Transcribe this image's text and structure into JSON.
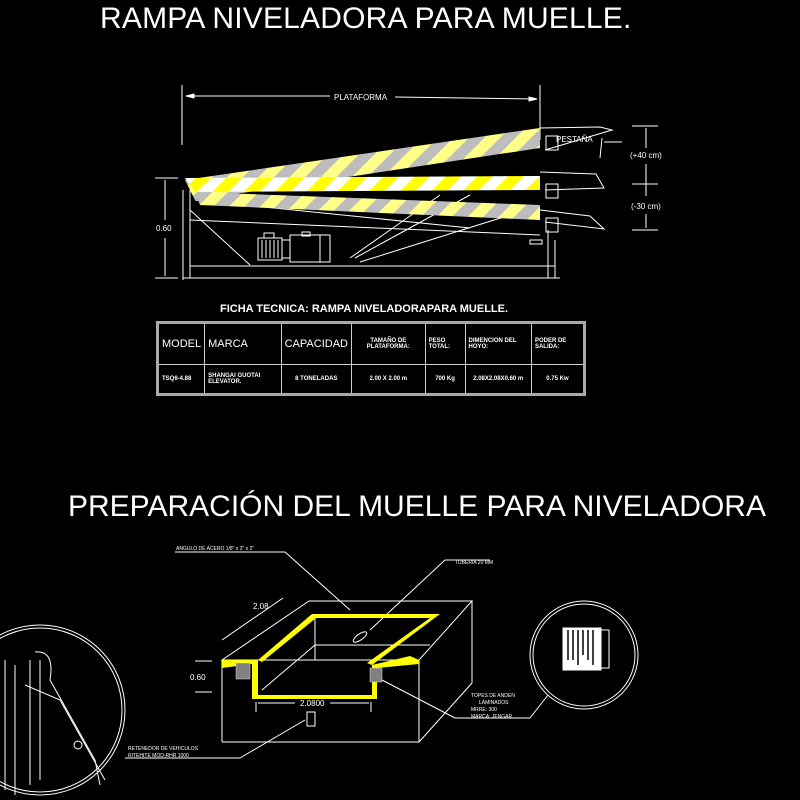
{
  "titles": {
    "main": "RAMPA NIVELADORA PARA MUELLE.",
    "section2": "PREPARACIÓN DEL MUELLE PARA NIVELADORA"
  },
  "ramp_drawing": {
    "platform_label": "PLATAFORMA",
    "lip_label": "PESTAÑA",
    "height_dim": "0.60",
    "up_travel": "(+40 cm)",
    "down_travel": "(-30 cm)",
    "stripe_colors": {
      "yellow": "#ffff00",
      "light": "#ffff99",
      "gray": "#bdbdbd"
    }
  },
  "spec_table": {
    "title": "FICHA TECNICA: RAMPA NIVELADORAPARA MUELLE.",
    "headers": [
      "MODEL",
      "MARCA",
      "CAPACIDAD",
      "TAMAÑO DE PLATAFORMA:",
      "PESO TOTAL:",
      "DIMENCION DEL HOYO:",
      "PODER DE SALIDA:"
    ],
    "rows": [
      [
        "TSQ6-4.88",
        "SHANGAI GUOTAI ELEVATOR.",
        "8 TONELADAS",
        "2.00 X 2.00 m",
        "700 Kg",
        "2.08X2.08X0.60 m",
        "0.75 Kw"
      ]
    ]
  },
  "pit_drawing": {
    "angle_label": "ANGULO DE ACERO 1/8\" x 2\" x 2\"",
    "pipe_label": "TUBERIA 20 MM",
    "depth_dim": "2.08",
    "height_dim": "0.60",
    "width_dim": "2.0800",
    "bumper_label": [
      "TOPES DE ANDEN",
      "LAMINADOS",
      "MRRE: 300",
      "MARCA: JENGAR"
    ],
    "restraint_label": [
      "RETENEDOR DE VEHICULOS",
      "RITEHITE MOD-RHR 1000"
    ],
    "colors": {
      "yellow": "#ffff00",
      "bumper": "#808080"
    }
  }
}
